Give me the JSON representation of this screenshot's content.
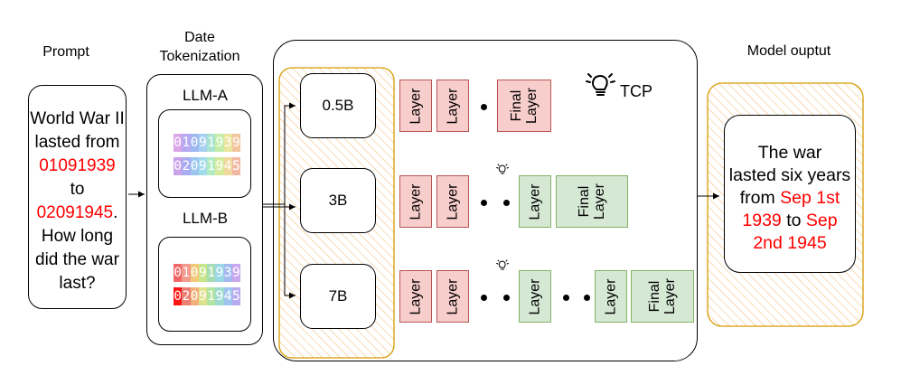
{
  "headers": {
    "prompt": "Prompt",
    "date_tokenization": [
      "Date",
      "Tokenization"
    ],
    "model_output": "Model ouptut"
  },
  "prompt": {
    "lines": [
      {
        "text": "World War II",
        "color": "#000000"
      },
      {
        "text": "lasted from",
        "color": "#000000"
      },
      {
        "text": "01091939",
        "color": "#ff0000"
      },
      {
        "text": "to",
        "color": "#000000"
      },
      {
        "text": "02091945.",
        "color": "#000000",
        "red_part": "02091945",
        "rest": "."
      },
      {
        "text": "How long",
        "color": "#000000"
      },
      {
        "text": "did the war",
        "color": "#000000"
      },
      {
        "text": "last?",
        "color": "#000000"
      }
    ]
  },
  "tokenizers": [
    {
      "label": "LLM-A",
      "rows": [
        {
          "text": "01091939",
          "colors": [
            "#d9a6e8",
            "#b7a8f0",
            "#9fb8f2",
            "#a6d0f2",
            "#a9e3cf",
            "#c6ecaa",
            "#eae59c",
            "#f3c59f"
          ]
        },
        {
          "text": "02091945",
          "colors": [
            "#c9a3ea",
            "#a9acf0",
            "#9cc6f0",
            "#a2dcea",
            "#b3ebc0",
            "#d6ea9e",
            "#f0d79b",
            "#f2b8a4"
          ]
        }
      ]
    },
    {
      "label": "LLM-B",
      "rows": [
        {
          "text": "01091939",
          "colors": [
            "#f06767",
            "#f29a8c",
            "#f4ca7a",
            "#c9e58a",
            "#a6dcb2",
            "#9bd6e6",
            "#a3b9f0",
            "#caa8ee"
          ]
        },
        {
          "text": "02091945",
          "colors": [
            "#ff1414",
            "#ec8074",
            "#f2b07a",
            "#dfe28c",
            "#b2e3a0",
            "#9fdad0",
            "#a0c4f0",
            "#b9abef"
          ]
        }
      ]
    }
  ],
  "models": [
    "0.5B",
    "3B",
    "7B"
  ],
  "tcp_label": "TCP",
  "layers": {
    "layer": "Layer",
    "final": [
      "Final",
      "Layer"
    ]
  },
  "output": {
    "lines": [
      {
        "segments": [
          {
            "t": "The war",
            "c": "#000000"
          }
        ]
      },
      {
        "segments": [
          {
            "t": "lasted six years",
            "c": "#000000"
          }
        ]
      },
      {
        "segments": [
          {
            "t": "from ",
            "c": "#000000"
          },
          {
            "t": "Sep 1st",
            "c": "#ff0000"
          }
        ]
      },
      {
        "segments": [
          {
            "t": "1939",
            "c": "#ff0000"
          },
          {
            "t": " to ",
            "c": "#000000"
          },
          {
            "t": "Sep",
            "c": "#ff0000"
          }
        ]
      },
      {
        "segments": [
          {
            "t": "2nd 1945",
            "c": "#ff0000"
          }
        ]
      }
    ]
  },
  "colors": {
    "orange_border": "#d79b00",
    "pink_fill": "#f8cecc",
    "green_fill": "#d5e8d4",
    "highlight_text": "#ff0000"
  }
}
